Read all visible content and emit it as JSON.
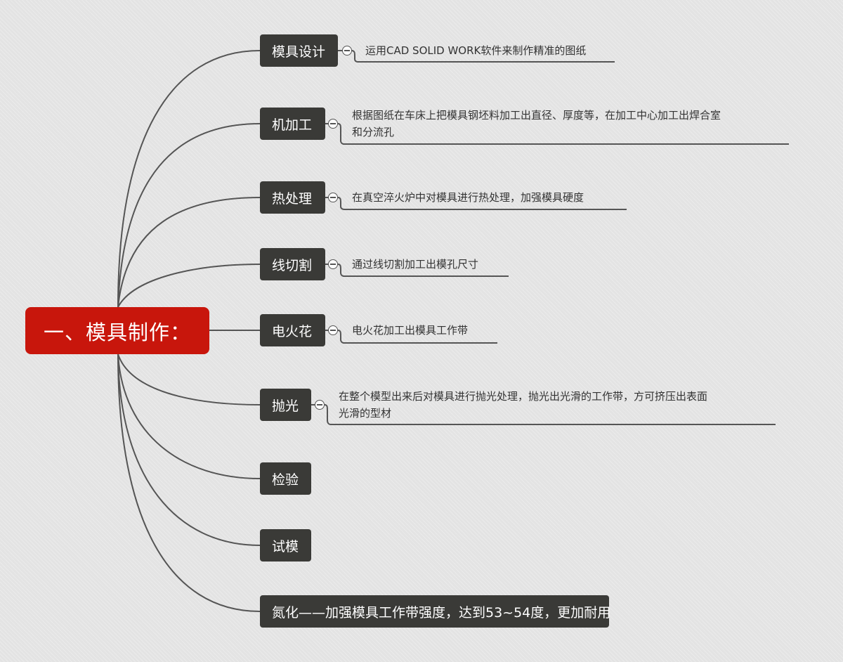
{
  "root": {
    "label": "一、模具制作："
  },
  "branches": [
    {
      "label": "模具设计",
      "note": "运用CAD  SOLID  WORK软件来制作精准的图纸"
    },
    {
      "label": "机加工",
      "note_lines": [
        "根据图纸在车床上把模具钢坯料加工出直径、厚度等，在加工中心加工出焊合室",
        "和分流孔"
      ]
    },
    {
      "label": "热处理",
      "note": "在真空淬火炉中对模具进行热处理，加强模具硬度"
    },
    {
      "label": "线切割",
      "note": "通过线切割加工出模孔尺寸"
    },
    {
      "label": "电火花",
      "note": "电火花加工出模具工作带"
    },
    {
      "label": "抛光",
      "note_lines": [
        "在整个模型出来后对模具进行抛光处理，抛光出光滑的工作带，方可挤压出表面",
        "光滑的型材"
      ]
    },
    {
      "label": "检验"
    },
    {
      "label": "试模"
    },
    {
      "label": "氮化——加强模具工作带强度，达到53~54度，更加耐用"
    }
  ]
}
